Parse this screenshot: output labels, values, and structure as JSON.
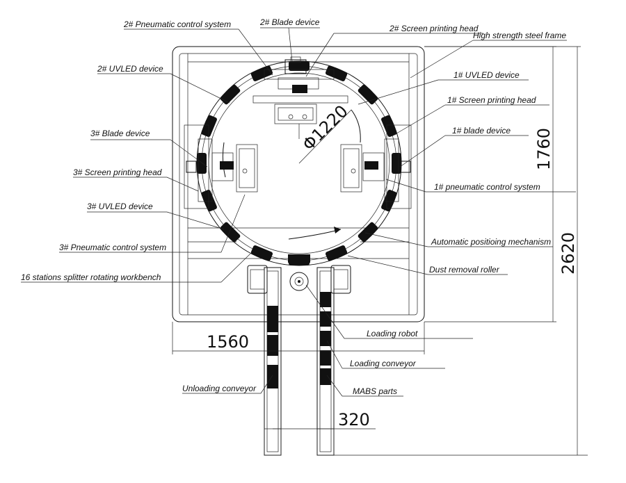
{
  "labels": {
    "pneumatic2": "2# Pneumatic control system",
    "blade2": "2# Blade device",
    "screen2": "2# Screen printing head",
    "frame": "High strength steel frame",
    "uvled2": "2# UVLED  device",
    "uvled1": "1# UVLED device",
    "screen1": "1# Screen printing head",
    "blade3": "3# Blade device",
    "blade1": "1# blade device",
    "screen3": "3# Screen printing head",
    "pneumatic1": "1# pneumatic control system",
    "uvled3": "3# UVLED device",
    "positioning": "Automatic positioing mechanism",
    "pneumatic3": "3# Pneumatic control system",
    "dust": "Dust removal roller",
    "workbench": "16 stations splitter rotating workbench",
    "robot": "Loading robot",
    "loading_conveyor": "Loading conveyor",
    "unloading_conveyor": "Unloading conveyor",
    "mabs": "MABS parts"
  },
  "dimensions": {
    "diameter": "Φ1220",
    "height_frame": "1760",
    "height_total": "2620",
    "width_frame": "1560",
    "conveyor_gap": "320"
  }
}
